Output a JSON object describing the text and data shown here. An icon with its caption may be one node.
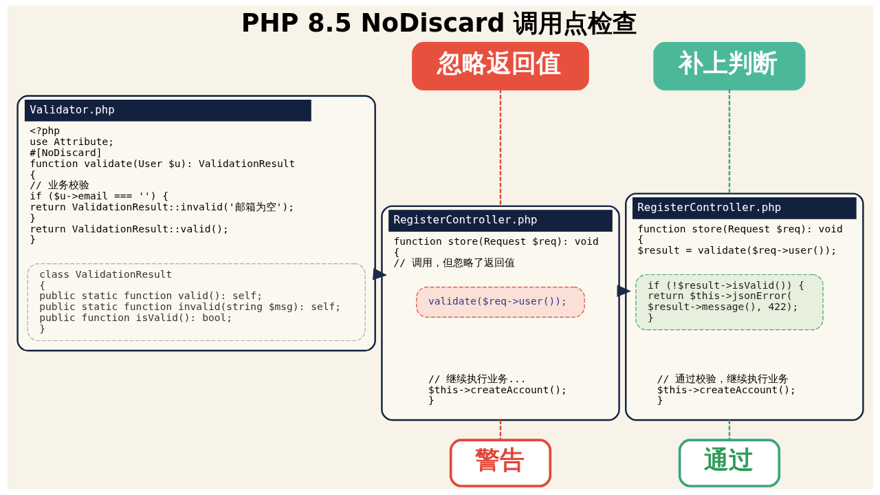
{
  "diagram": {
    "title": "PHP 8.5 NoDiscard 调用点检查",
    "nodes": [
      {
        "text": [
          "Validator.php",
          "<?php",
          "use Attribute;",
          "#[NoDiscard]",
          "function validate(User $u): ValidationResult",
          "{",
          "// 业务校验",
          "if ($u->email === '') {",
          "return ValidationResult::invalid('邮箱为空');",
          "}",
          "return ValidationResult::valid();",
          "}"
        ]
      },
      {
        "text": [
          "class ValidationResult",
          "{",
          "public static function valid(): self;",
          "public static function invalid(string $msg): self;",
          "public function isValid(): bool;",
          "}"
        ],
        "in": 0
      },
      {
        "text": [
          "忽略返回值"
        ]
      },
      {
        "text": [
          "RegisterController.php",
          "function store(Request $req): void",
          "{",
          "// 调用，但忽略了返回值",
          "// 继续执行业务...",
          "$this->createAccount();",
          "}"
        ]
      },
      {
        "text": [
          "validate($req->user());"
        ],
        "in": 3
      },
      {
        "text": [
          "警告"
        ]
      },
      {
        "text": [
          "补上判断"
        ]
      },
      {
        "text": [
          "RegisterController.php",
          "function store(Request $req): void",
          "{",
          "$result = validate($req->user());",
          "// 通过校验，继续执行业务",
          "$this->createAccount();",
          "}"
        ]
      },
      {
        "text": [
          "if (!$result->isValid()) {",
          "return $this->jsonError(",
          "$result->message(), 422);",
          "}"
        ],
        "in": 7
      },
      {
        "text": [
          "通过"
        ]
      }
    ],
    "edges": [
      {
        "from": 0,
        "to": 3,
        "arrow": "to",
        "style": "thick",
        "color": "#1a2a4a"
      },
      {
        "from": 3,
        "to": 7,
        "arrow": "to",
        "style": "thick",
        "color": "#1a2a4a"
      },
      {
        "from": 2,
        "to": 3,
        "arrow": "none",
        "style": "dashed",
        "color": "#e0483a"
      },
      {
        "from": 3,
        "to": 5,
        "arrow": "none",
        "style": "dashed",
        "color": "#e0483a"
      },
      {
        "from": 6,
        "to": 7,
        "arrow": "none",
        "style": "dashed",
        "color": "#3aa57e"
      },
      {
        "from": 7,
        "to": 9,
        "arrow": "none",
        "style": "dashed",
        "color": "#3aa57e"
      }
    ]
  }
}
